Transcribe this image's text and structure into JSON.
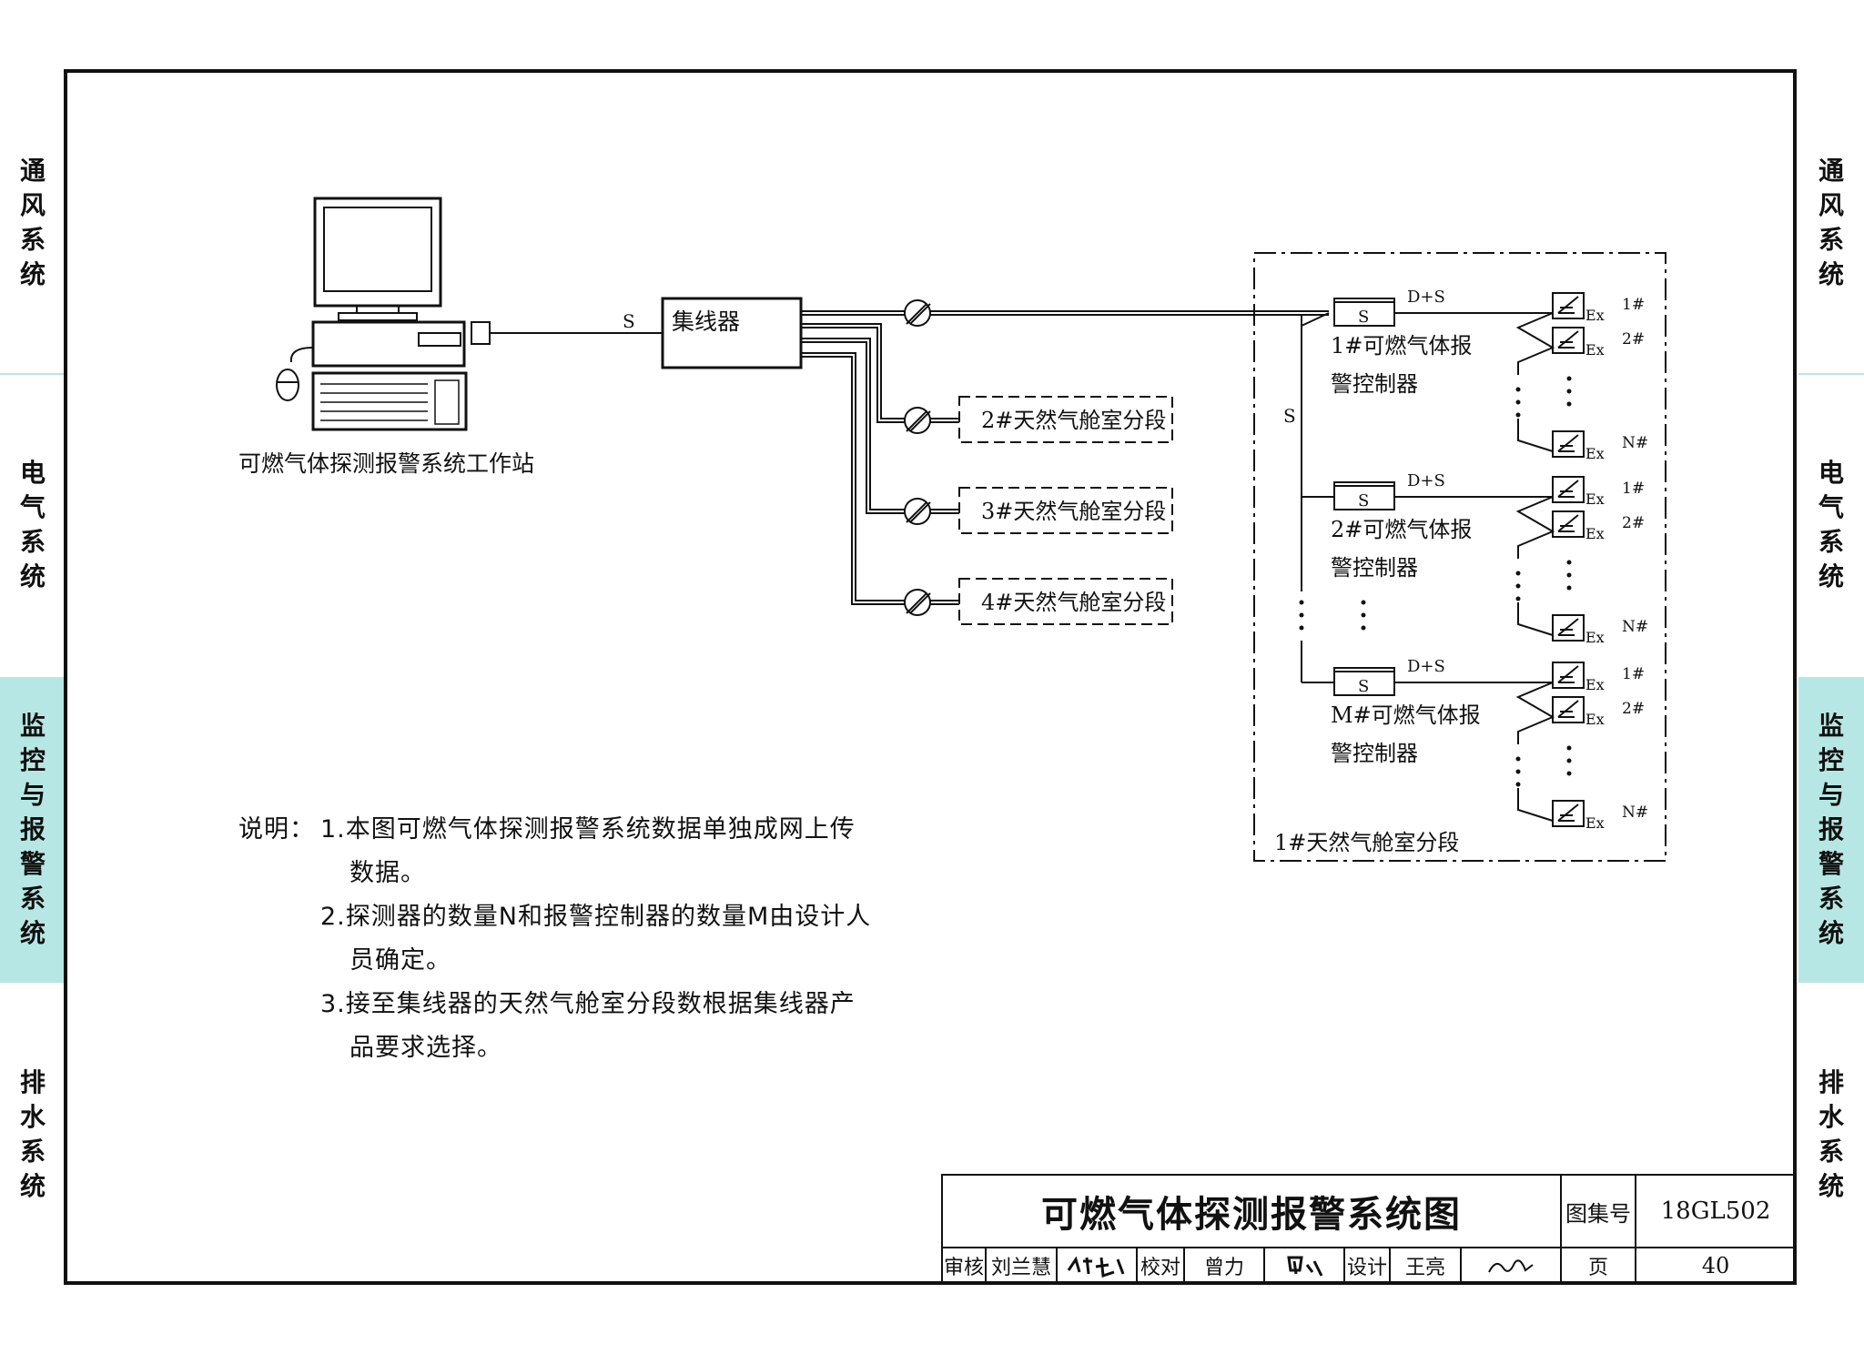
{
  "side_tabs": [
    "通风系统",
    "电气系统",
    "监控与报警系统",
    "排水系统"
  ],
  "active_tab_index": 2,
  "workstation_label": "可燃气体探测报警系统工作站",
  "hub_label": "集线器",
  "signal_s": "S",
  "signal_ds": "D+S",
  "segments": [
    "2#天然气舱室分段",
    "3#天然气舱室分段",
    "4#天然气舱室分段"
  ],
  "zone_label": "1#天然气舱室分段",
  "controllers": [
    {
      "line1": "1#可燃气体报",
      "line2": "警控制器"
    },
    {
      "line1": "2#可燃气体报",
      "line2": "警控制器"
    },
    {
      "line1": "M#可燃气体报",
      "line2": "警控制器"
    }
  ],
  "detector_tag": "Ex",
  "detector_numbers": [
    "1#",
    "2#",
    "N#"
  ],
  "notes": {
    "label": "说明：",
    "items": [
      {
        "l1": "1.本图可燃气体探测报警系统数据单独成网上传",
        "l2": "数据。"
      },
      {
        "l1": "2.探测器的数量N和报警控制器的数量M由设计人",
        "l2": "员确定。"
      },
      {
        "l1": "3.接至集线器的天然气舱室分段数根据集线器产",
        "l2": "品要求选择。"
      }
    ]
  },
  "title_block": {
    "title": "可燃气体探测报警系统图",
    "atlas_label": "图集号",
    "atlas_no": "18GL502",
    "review_label": "审核",
    "reviewer": "刘兰慧",
    "check_label": "校对",
    "checker": "曾力",
    "design_label": "设计",
    "designer": "王亮",
    "page_label": "页",
    "page_no": "40"
  },
  "colors": {
    "tab_active": "#b7e7e4",
    "line": "#111111"
  }
}
